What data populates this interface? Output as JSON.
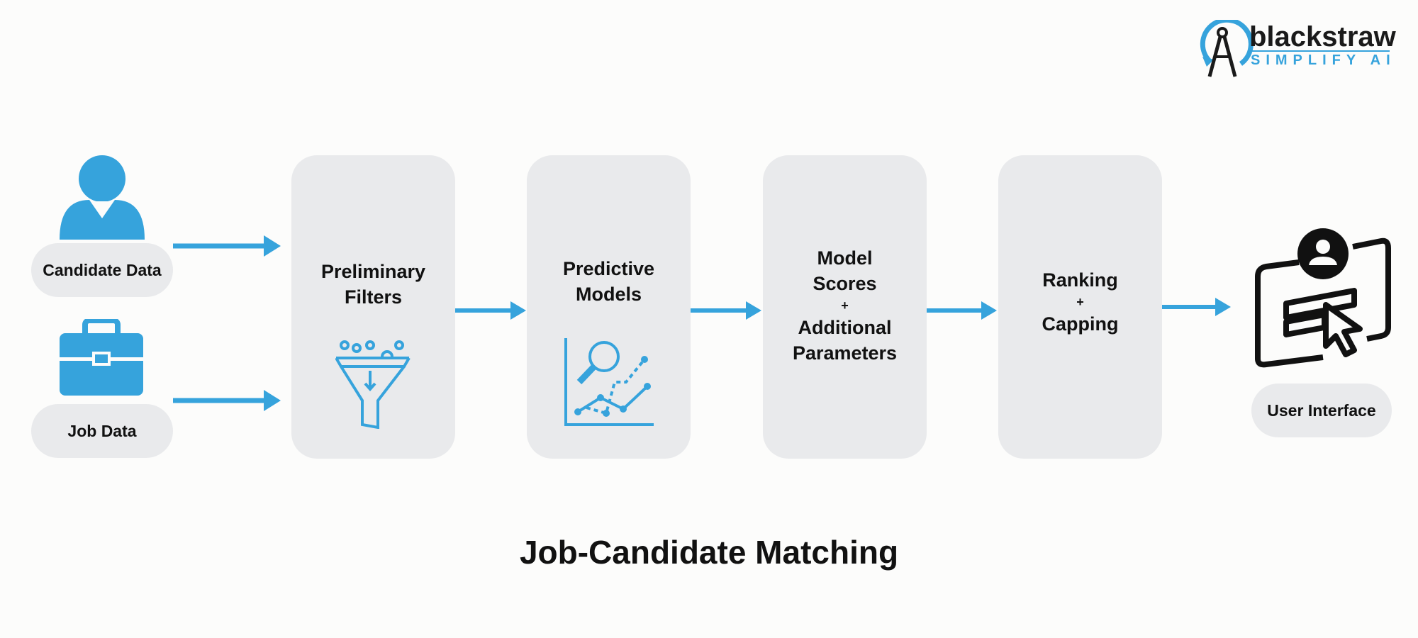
{
  "logo": {
    "name": "blackstraw",
    "tagline": "SIMPLIFY AI"
  },
  "inputs": {
    "candidate_label": "Candidate Data",
    "job_label": "Job Data"
  },
  "steps": [
    {
      "label_line1": "Preliminary",
      "label_line2": "Filters"
    },
    {
      "label_line1": "Predictive",
      "label_line2": "Models"
    },
    {
      "line1": "Model",
      "line2": "Scores",
      "plus": "+",
      "line3": "Additional",
      "line4": "Parameters"
    },
    {
      "line1": "Ranking",
      "plus": "+",
      "line2": "Capping"
    }
  ],
  "output": {
    "label": "User Interface"
  },
  "title": "Job-Candidate Matching",
  "colors": {
    "accent": "#36a3dc",
    "box": "#e9eaec",
    "text": "#111111"
  }
}
